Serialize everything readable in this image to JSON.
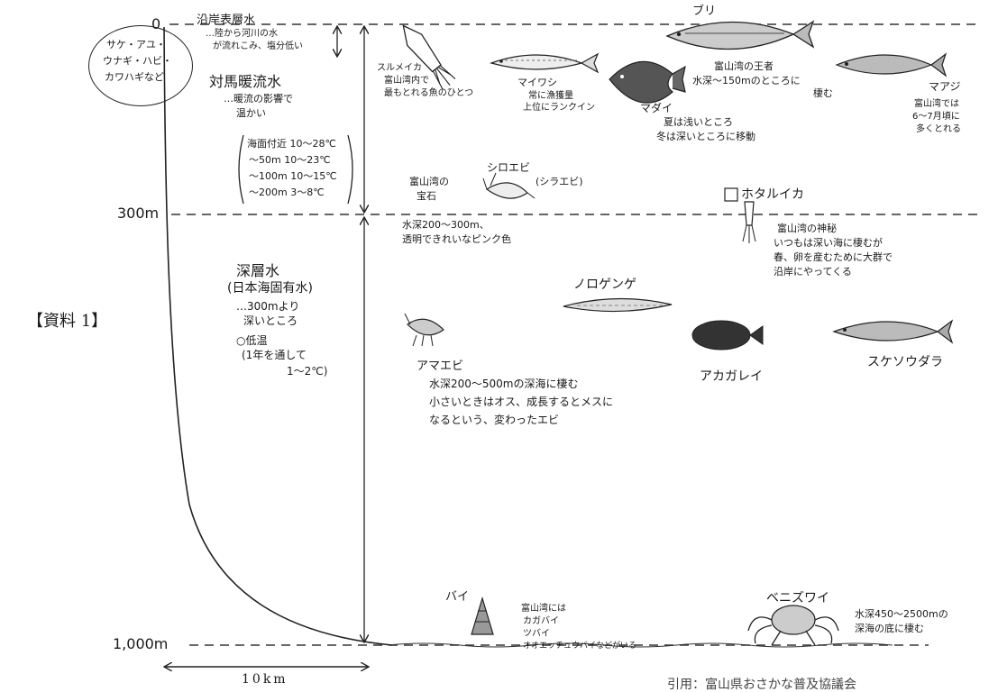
{
  "depths": {
    "surface": "0",
    "mid": "300m",
    "bottom": "1,000m"
  },
  "scale": "10km",
  "material_label": "【資料 1】",
  "citation": "引用：富山県おさかな普及協議会",
  "bubble": [
    "サケ・アユ・",
    "ウナギ・ハビ・",
    "カワハギなど"
  ],
  "water_layers": {
    "coastal": {
      "name": "沿岸表層水",
      "desc": [
        "…陸から河川の水",
        "が流れこみ、塩分低い"
      ]
    },
    "tsushima": {
      "name": "対馬暖流水",
      "desc": [
        "…暖流の影響で",
        "温かい"
      ],
      "temps": [
        "海面付近 10～28℃",
        "～50m 10～23℃",
        "～100m 10～15℃",
        "～200m 3～8℃"
      ]
    },
    "deep": {
      "name": [
        "深層水",
        "(日本海固有水)"
      ],
      "desc": [
        "…300mより",
        "深いところ"
      ],
      "temp": [
        "○低温",
        "(1年を通して",
        "1～2℃)"
      ]
    }
  },
  "creatures": {
    "surume": {
      "name": "スルメイカ",
      "desc": [
        "富山湾内で",
        "最もとれる魚のひとつ"
      ]
    },
    "maiwashi": {
      "name": "マイワシ",
      "desc": [
        "常に漁獲量",
        "上位にランクイン"
      ]
    },
    "buri": {
      "name": "ブリ",
      "desc": [
        "富山湾の王者",
        "水深～150mのところに",
        "棲む"
      ]
    },
    "madai": {
      "name": "マダイ",
      "desc": [
        "夏は浅いところ",
        "冬は深いところに移動"
      ]
    },
    "maaji": {
      "name": "マアジ",
      "desc": [
        "富山湾では",
        "6～7月頃に",
        "多くとれる"
      ]
    },
    "shiroebi": {
      "name": "シロエビ",
      "alt": "(シラエビ)",
      "pre": [
        "富山湾の",
        "宝石"
      ],
      "desc": [
        "水深200～300m、",
        "透明できれいなピンク色"
      ]
    },
    "hotaruika": {
      "name": "ホタルイカ",
      "desc": [
        "富山湾の神秘",
        "いつもは深い海に棲むが",
        "春、卵を産むために大群で",
        "沿岸にやってくる"
      ]
    },
    "gengoro": {
      "name": "ノロゲンゲ"
    },
    "amaebi": {
      "name": "アマエビ",
      "desc": [
        "水深200～500mの深海に棲む",
        "小さいときはオス、成長するとメスに",
        "なるという、変わったエビ"
      ]
    },
    "akagarei": {
      "name": "アカガレイ"
    },
    "sukesou": {
      "name": "スケソウダラ"
    },
    "bai": {
      "name": "バイ",
      "desc": [
        "富山湾には",
        "カガバイ",
        "ツバイ",
        "オオエッチュウバイなどがいる"
      ]
    },
    "benizuwai": {
      "name": "ベニズワイ",
      "desc": [
        "水深450～2500mの",
        "深海の底に棲む"
      ]
    }
  }
}
